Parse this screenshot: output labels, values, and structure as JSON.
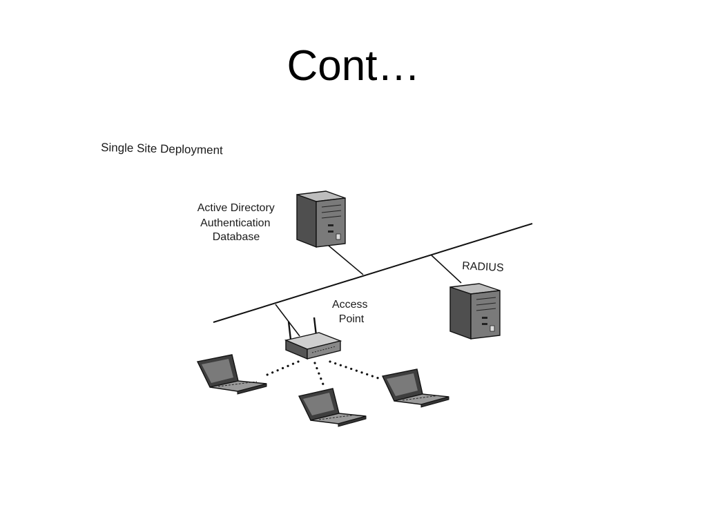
{
  "slide": {
    "title": "Cont…"
  },
  "diagram": {
    "caption": "Single Site Deployment",
    "nodes": {
      "ad_server": {
        "label_lines": [
          "Active Directory",
          "Authentication",
          "Database"
        ],
        "icon": "server-tower-icon"
      },
      "radius_server": {
        "label": "RADIUS",
        "icon": "server-tower-icon"
      },
      "access_point": {
        "label_lines": [
          "Access",
          "Point"
        ],
        "icon": "wireless-router-icon"
      },
      "laptops": [
        {
          "icon": "laptop-icon"
        },
        {
          "icon": "laptop-icon"
        },
        {
          "icon": "laptop-icon"
        }
      ]
    },
    "links": [
      {
        "from": "ad_server",
        "to": "network_backbone",
        "style": "solid"
      },
      {
        "from": "radius_server",
        "to": "network_backbone",
        "style": "solid"
      },
      {
        "from": "access_point",
        "to": "network_backbone",
        "style": "solid"
      },
      {
        "from": "access_point",
        "to": "laptop_1",
        "style": "wireless-dotted"
      },
      {
        "from": "access_point",
        "to": "laptop_2",
        "style": "wireless-dotted"
      },
      {
        "from": "access_point",
        "to": "laptop_3",
        "style": "wireless-dotted"
      }
    ]
  }
}
